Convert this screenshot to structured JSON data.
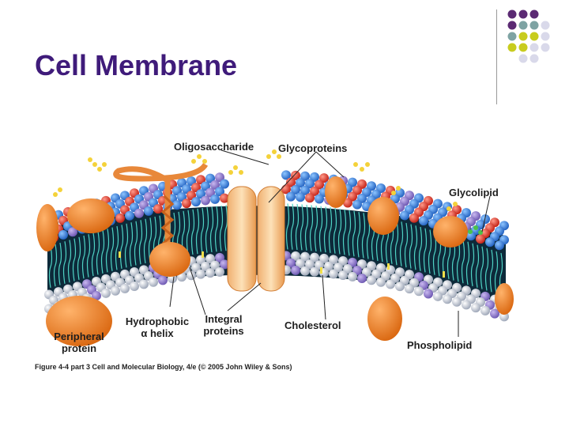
{
  "slide": {
    "title": "Cell Membrane",
    "accent_color": "#3f1b7a"
  },
  "decoration": {
    "dot_colors": [
      "#5b2a73",
      "#7ea3a3",
      "#c8cc1e",
      "#d9d9ea"
    ]
  },
  "figure": {
    "labels": {
      "oligosaccharide": "Oligosaccharide",
      "glycoproteins": "Glycoproteins",
      "glycolipid": "Glycolipid",
      "hydrophobic_line1": "Hydrophobic",
      "hydrophobic_line2": "α helix",
      "integral_line1": "Integral",
      "integral_line2": "proteins",
      "cholesterol": "Cholesterol",
      "phospholipid": "Phospholipid",
      "peripheral_line1": "Peripheral",
      "peripheral_line2": "protein"
    },
    "caption_lead": "Figure 4-4 part 3",
    "caption_rest": "Cell and Molecular Biology, 4/e (© 2005 John Wiley & Sons)"
  }
}
